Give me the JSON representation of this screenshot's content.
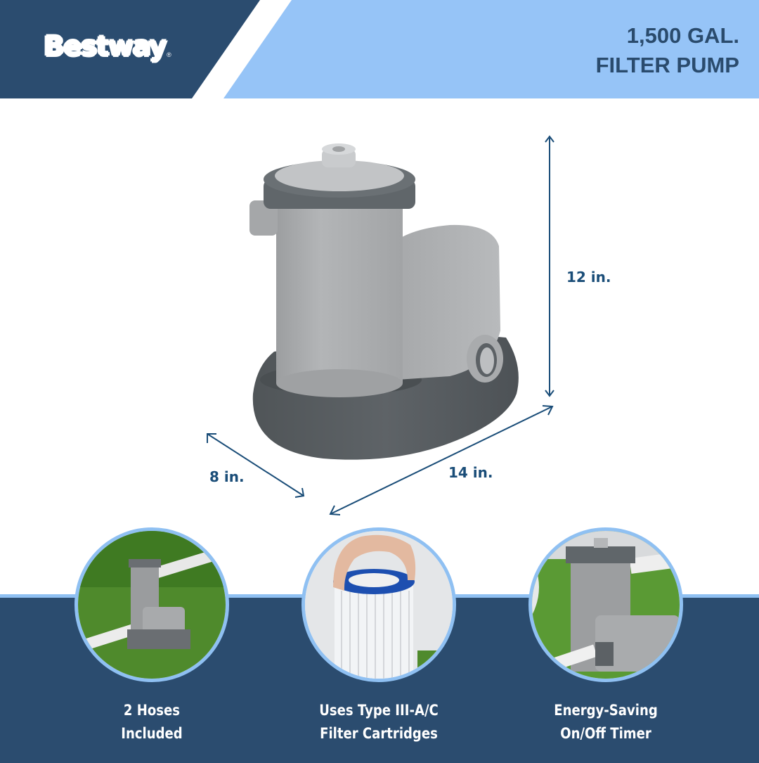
{
  "header": {
    "brand": "Bestway",
    "brand_mark": "®",
    "title_line1": "1,500 GAL.",
    "title_line2": "FILTER PUMP",
    "colors": {
      "dark_navy": "#2b4c6f",
      "light_blue": "#96c4f7",
      "accent_text": "#2a4b6d"
    }
  },
  "dimensions": {
    "height": "12 in.",
    "depth": "8 in.",
    "width": "14 in.",
    "line_color": "#1a4d78"
  },
  "features": [
    {
      "caption_line1": "2 Hoses",
      "caption_line2": "Included",
      "image": "pump-with-hoses-on-grass"
    },
    {
      "caption_line1": "Uses Type III-A/C",
      "caption_line2": "Filter Cartridges",
      "image": "hand-holding-filter-cartridge"
    },
    {
      "caption_line1": "Energy-Saving",
      "caption_line2": "On/Off Timer",
      "image": "pump-closeup-on-grass"
    }
  ]
}
